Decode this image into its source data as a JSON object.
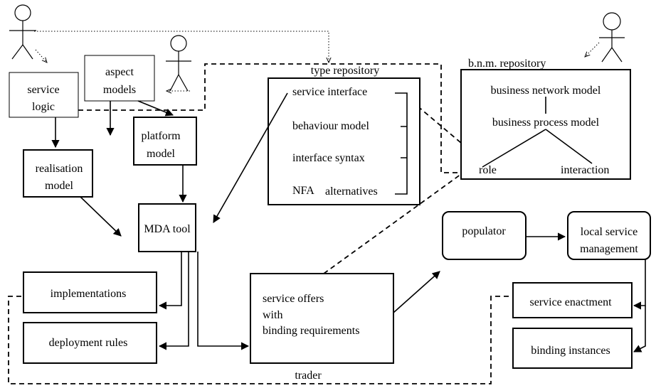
{
  "boxes": {
    "service_logic": [
      "service",
      "logic"
    ],
    "aspect_models": [
      "aspect",
      "models"
    ],
    "platform_model": [
      "platform",
      "model"
    ],
    "realisation_model": [
      "realisation",
      "model"
    ],
    "mda_tool": "MDA tool",
    "implementations": "implementations",
    "deployment_rules": "deployment rules",
    "service_offers": [
      "service offers",
      "with",
      "binding requirements"
    ],
    "populator": "populator",
    "local_service_management": [
      "local service",
      "management"
    ],
    "service_enactment": "service enactment",
    "binding_instances": "binding instances"
  },
  "type_repository": {
    "title": "type repository",
    "items": [
      "service interface",
      "behaviour model",
      "interface syntax"
    ],
    "nfa": "NFA",
    "alternatives": "alternatives"
  },
  "bnm_repository": {
    "title": "b.n.m. repository",
    "business_network_model": "business network model",
    "business_process_model": "business process model",
    "role": "role",
    "interaction": "interaction"
  },
  "trader": "trader"
}
